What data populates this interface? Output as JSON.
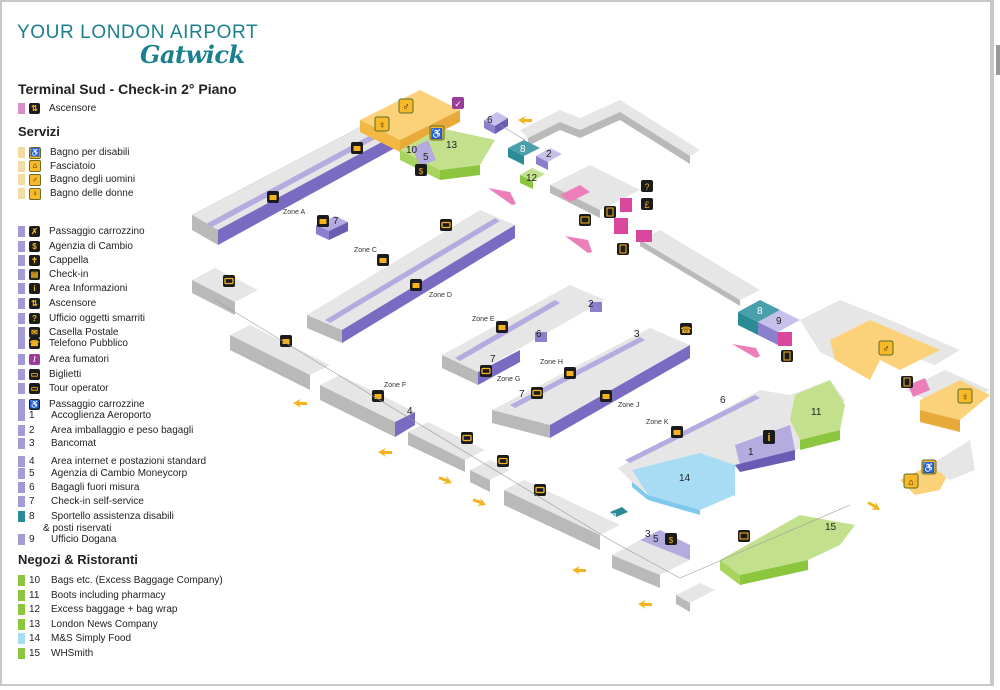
{
  "brand": {
    "tagline": "YOUR LONDON AIRPORT",
    "name": "Gatwick"
  },
  "page_title": "Terminal Sud - Check-in 2° Piano",
  "top_legend": [
    {
      "label": "Ascensore",
      "swatch": "#d88fc4",
      "icon": "elevator-icon",
      "glyph": "⇅"
    }
  ],
  "sections": {
    "servizi": "Servizi",
    "negozi": "Negozi & Ristoranti"
  },
  "servizi_yellow": [
    {
      "label": "Bagno per disabili",
      "icon": "wheelchair-icon",
      "glyph": "♿"
    },
    {
      "label": "Fasciatoio",
      "icon": "baby-change-icon",
      "glyph": "⌂"
    },
    {
      "label": "Bagno degli uomini",
      "icon": "men-toilet-icon",
      "glyph": "♂"
    },
    {
      "label": "Bagno delle donne",
      "icon": "women-toilet-icon",
      "glyph": "♀"
    }
  ],
  "servizi_purple_icons": [
    {
      "label": "Passaggio carrozzino",
      "icon": "stroller-icon",
      "glyph": "✗"
    },
    {
      "label": "Agenzia di Cambio",
      "icon": "currency-exchange-icon",
      "glyph": "$"
    },
    {
      "label": "Cappella",
      "icon": "chapel-icon",
      "glyph": "✝"
    },
    {
      "label": "Check-in",
      "icon": "check-in-icon",
      "glyph": "▤"
    },
    {
      "label": "Area Informazioni",
      "icon": "info-icon",
      "glyph": "i"
    },
    {
      "label": "Ascensore",
      "icon": "elevator-icon",
      "glyph": "⇅"
    },
    {
      "label": "Ufficio oggetti smarriti",
      "icon": "lost-property-icon",
      "glyph": "?"
    },
    {
      "label": "Casella Postale",
      "icon": "mailbox-icon",
      "glyph": "✉"
    },
    {
      "label": "Telefono Pubblico",
      "icon": "phone-icon",
      "glyph": "☎"
    },
    {
      "label": "Area fumatori",
      "icon": "smoking-area-icon",
      "glyph": "/",
      "style": "pur"
    },
    {
      "label": "Biglietti",
      "icon": "tickets-icon",
      "glyph": "▭"
    },
    {
      "label": "Tour operator",
      "icon": "tour-operator-icon",
      "glyph": "▭"
    },
    {
      "label": "Passaggio carrozzine",
      "icon": "wheelchair-passage-icon",
      "glyph": "♿"
    }
  ],
  "servizi_numbered": [
    {
      "num": "1",
      "label": "Accoglienza Aeroporto",
      "swatch": "#a49bd6"
    },
    {
      "num": "2",
      "label": "Area imballaggio e peso bagagli",
      "swatch": "#a49bd6"
    },
    {
      "num": "3",
      "label": "Bancomat",
      "swatch": "#a49bd6"
    },
    {
      "num": "4",
      "label": "Area internet e postazioni standard",
      "swatch": "#a49bd6"
    },
    {
      "num": "5",
      "label": "Agenzia di Cambio Moneycorp",
      "swatch": "#a49bd6"
    },
    {
      "num": "6",
      "label": "Bagagli fuori misura",
      "swatch": "#a49bd6"
    },
    {
      "num": "7",
      "label": "Check-in self-service",
      "swatch": "#a49bd6"
    },
    {
      "num": "8",
      "label": "Sportello assistenza disabili",
      "label2": "& posti riservati",
      "swatch": "#2a8a95"
    },
    {
      "num": "9",
      "label": "Ufficio Dogana",
      "swatch": "#a49bd6"
    }
  ],
  "negozi": [
    {
      "num": "10",
      "label": "Bags etc. (Excess Baggage Company)",
      "swatch": "#8cc63f"
    },
    {
      "num": "11",
      "label": "Boots including pharmacy",
      "swatch": "#8cc63f"
    },
    {
      "num": "12",
      "label": "Excess baggage + bag wrap",
      "swatch": "#8cc63f"
    },
    {
      "num": "13",
      "label": "London News Company",
      "swatch": "#8cc63f"
    },
    {
      "num": "14",
      "label": "M&S Simply Food",
      "swatch": "#a8dcf5"
    },
    {
      "num": "15",
      "label": "WHSmith",
      "swatch": "#8cc63f"
    }
  ],
  "map": {
    "zones": [
      "Zone A",
      "Zone C",
      "Zone D",
      "Zone E",
      "Zone F",
      "Zone G",
      "Zone H",
      "Zone J",
      "Zone K"
    ],
    "unit_labels": {
      "n1": "1",
      "n2a": "2",
      "n2b": "2",
      "n3a": "3",
      "n3b": "3",
      "n4": "4",
      "n5a": "5",
      "n5b": "5",
      "n6a": "6",
      "n6b": "6",
      "n6c": "6",
      "n7a": "7",
      "n7b": "7",
      "n7c": "7",
      "n8a": "8",
      "n8b": "8",
      "n8c": "8",
      "n9": "9",
      "n10": "10",
      "n11": "11",
      "n12": "12",
      "n13": "13",
      "n14": "14",
      "n15": "15"
    }
  },
  "colors": {
    "brand": "#1a7f8e",
    "services_purple": "#a49bd6",
    "services_purple_dark": "#6a5cb5",
    "toilets_yellow": "#fbd27a",
    "shops_green": "#a8d35d",
    "shops_green_dark": "#7fb536",
    "mands_blue": "#a8dcf5",
    "assistance_teal": "#2a8a95",
    "elevator_pink": "#d9479f",
    "arrow_orange": "#f5b41d",
    "floor_grey": "#e6e6e6",
    "wall_grey": "#b9b9b9"
  }
}
